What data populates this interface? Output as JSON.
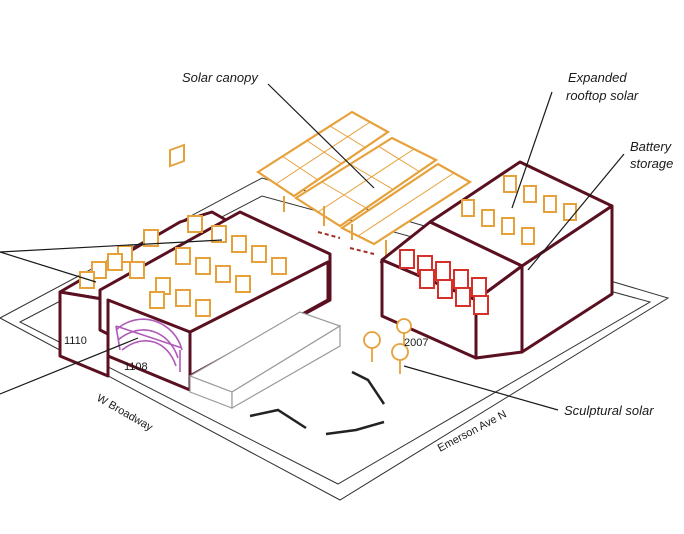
{
  "labels": {
    "solar_canopy": "Solar canopy",
    "expanded_rooftop_line1": "Expanded",
    "expanded_rooftop_line2": "rooftop solar",
    "battery_line1": "Battery",
    "battery_line2": "storage",
    "sculptural_solar": "Sculptural solar"
  },
  "addresses": {
    "a1110": "1110",
    "a1108": "1108",
    "a2007": "2007"
  },
  "streets": {
    "w_broadway": "W Broadway",
    "emerson": "Emerson Ave N"
  },
  "colors": {
    "building_outline": "#5a1020",
    "solar_panel": "#e6a13a",
    "battery_panel": "#d6302a",
    "mural": "#b05ab8"
  }
}
